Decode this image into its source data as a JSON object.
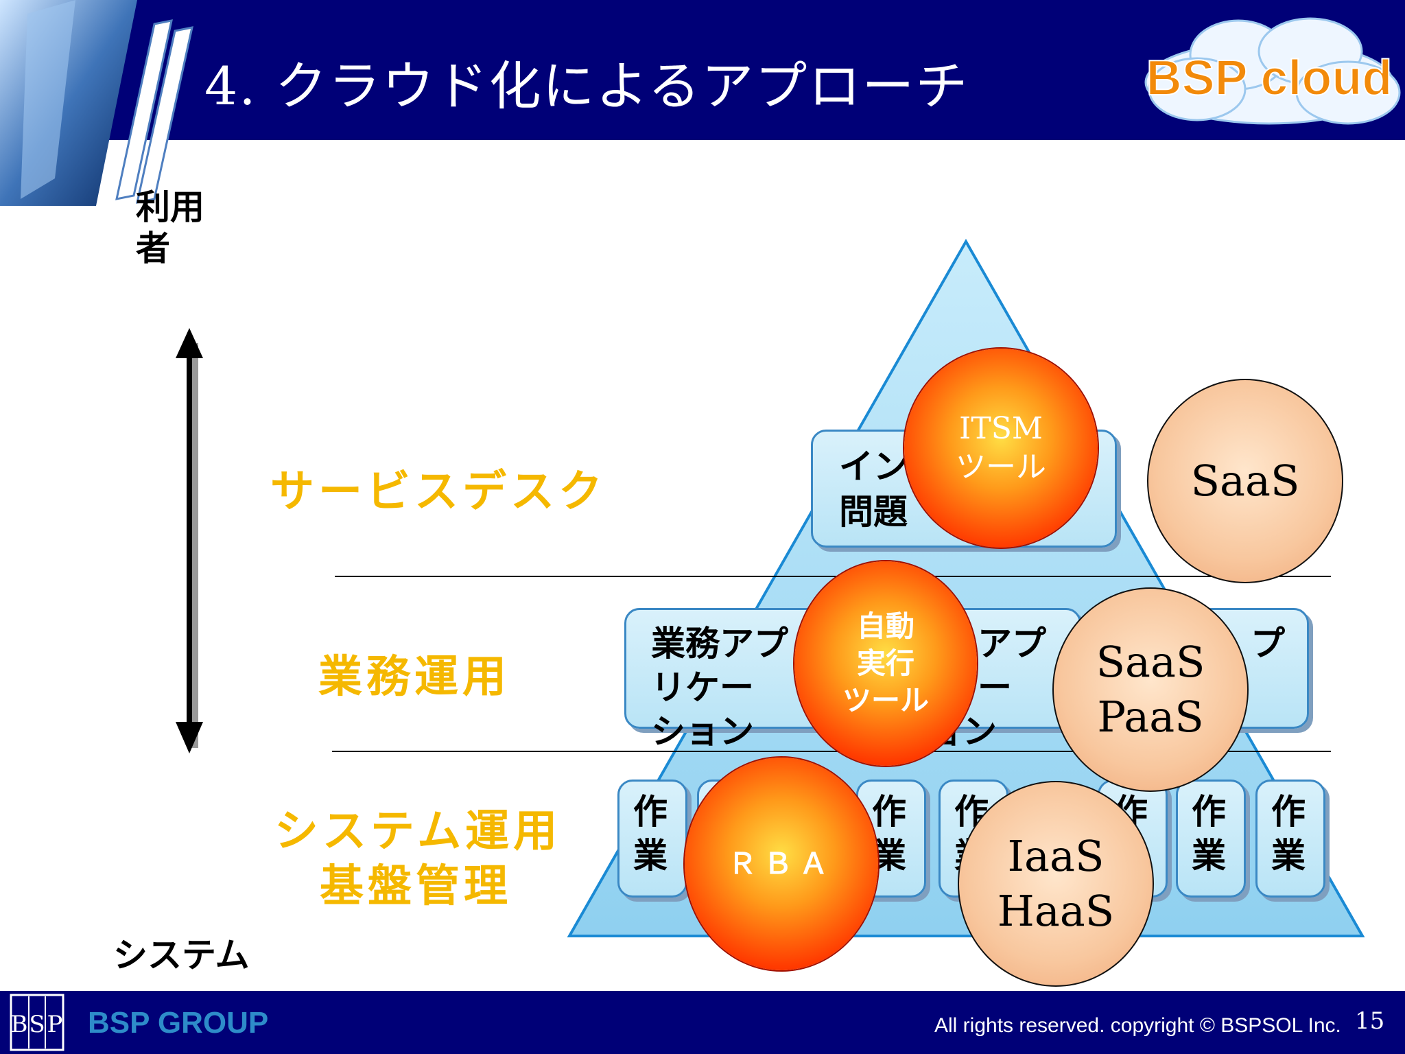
{
  "header": {
    "title": "4. クラウド化によるアプローチ",
    "logo_text": "BSP cloud"
  },
  "axis": {
    "top_label": "利用者",
    "bottom_label": "システム"
  },
  "layers": {
    "service_desk": "サービスデスク",
    "business_ops": "業務運用",
    "system_ops": "システム運用",
    "infra_mgmt": "基盤管理"
  },
  "boxes": {
    "top_line1": "イン",
    "top_line2": "問題",
    "mid1_line1": "業務アプ",
    "mid1_line2": "リケー",
    "mid1_line3": "ション",
    "mid2_line1": "アプ",
    "mid2_line2": "ー",
    "mid2_line3": "ョン",
    "mid3_line1": "プ",
    "task": "作業"
  },
  "circles": {
    "itsm": "ITSM\nツール",
    "saas_top": "SaaS",
    "auto": "自動\n実行\nツール",
    "saas_paas": "SaaS\nPaaS",
    "rba": "ＲＢＡ",
    "iaas_haas": "IaaS\nHaaS"
  },
  "footer": {
    "group": "BSP GROUP",
    "copyright": "All rights reserved. copyright © BSPSOL Inc.",
    "page": "15"
  },
  "colors": {
    "navy": "#000077",
    "layer_label": "#f5b800",
    "box_fill": "#c8ecf9",
    "pyramid": "#aee0f5"
  }
}
